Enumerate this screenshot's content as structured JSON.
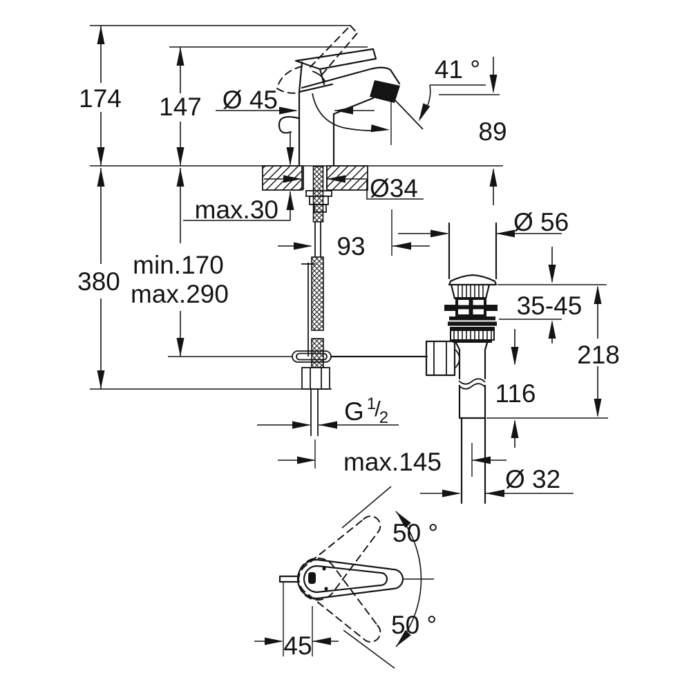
{
  "drawing": {
    "kind": "installation-dimension-drawing",
    "subject": "single-lever basin mixer with pop-up waste",
    "units": "mm",
    "line_color": "#141414",
    "background": "#ffffff"
  },
  "labels": {
    "total_height_open": "174",
    "height_to_lever": "147",
    "body_diameter": "Ø 45",
    "lever_open_angle": "41 °",
    "spout_outlet_height": "89",
    "deck_thickness_max": "max.30",
    "hole_diameter": "Ø34",
    "spout_projection": "93",
    "waste_flange_diameter": "Ø 56",
    "flange_adjust_range": "35-45",
    "below_deck_total": "380",
    "hose_min": "min.170",
    "hose_max": "max.290",
    "waste_height": "218",
    "waste_lower_height": "116",
    "rod_reach_max": "max.145",
    "tailpipe_diameter": "Ø 32",
    "swing_angle_upper": "50 °",
    "swing_angle_lower": "50 °",
    "lever_back_offset": "45",
    "thread": {
      "g": "G",
      "sup": "1",
      "slash": "/",
      "sub": "2"
    }
  }
}
